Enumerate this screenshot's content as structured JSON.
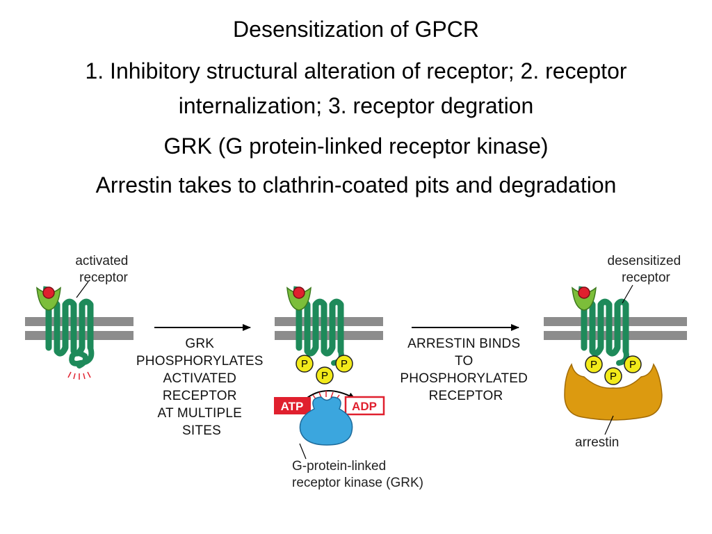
{
  "slide": {
    "title": "Desensitization of GPCR",
    "line1": "1. Inhibitory structural alteration of receptor; 2. receptor",
    "line2": "internalization; 3. receptor degration",
    "line3": "GRK (G protein-linked receptor kinase)",
    "line4": "Arrestin takes to clathrin-coated pits and degradation"
  },
  "diagram": {
    "activated_label": [
      "activated",
      "receptor"
    ],
    "step1": [
      "GRK",
      "PHOSPHORYLATES",
      "ACTIVATED",
      "RECEPTOR",
      "AT MULTIPLE",
      "SITES"
    ],
    "step2": [
      "ARRESTIN BINDS",
      "TO",
      "PHOSPHORYLATED",
      "RECEPTOR"
    ],
    "atp": "ATP",
    "adp": "ADP",
    "phosphate": "P",
    "grk_label": [
      "G-protein-linked",
      "receptor kinase (GRK)"
    ],
    "desensitized_label": [
      "desensitized",
      "receptor"
    ],
    "arrestin_label": "arrestin",
    "colors": {
      "receptor": "#1e8a5a",
      "ligand_cup": "#7cbe3a",
      "ligand": "#e0202e",
      "membrane": "#8c8c8c",
      "phosphate": "#f2ea1a",
      "kinase": "#3ba6de",
      "arrestin": "#dc9a10",
      "atp_box": "#e0202e"
    }
  }
}
